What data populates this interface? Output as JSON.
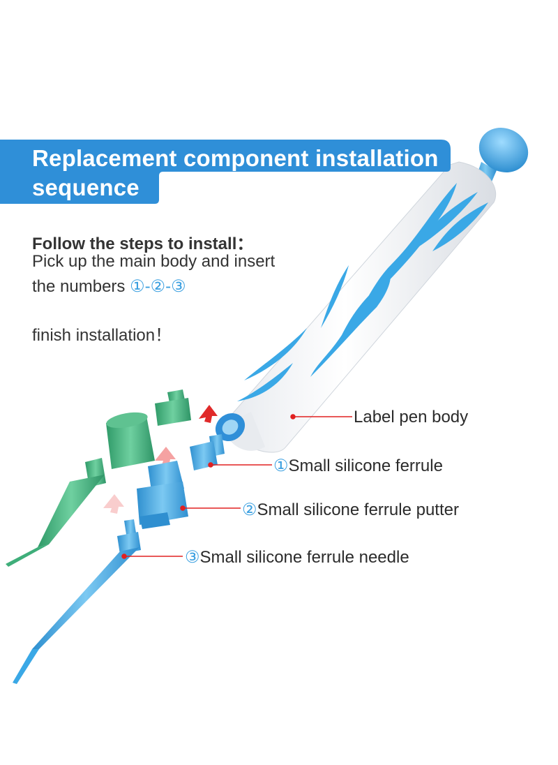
{
  "banner": {
    "line1": "Replacement component installation",
    "line2": "sequence",
    "color": "#2f8fd8"
  },
  "intro": {
    "heading": "Follow the steps to install：",
    "line1": "Pick up the main body and insert",
    "line2_prefix": "the numbers ",
    "line2_sequence": "①-②-③",
    "finish": "finish installation！"
  },
  "callouts": [
    {
      "num": "",
      "label": "Label pen body"
    },
    {
      "num": "①",
      "label": "Small silicone ferrule"
    },
    {
      "num": "②",
      "label": "Small silicone ferrule putter"
    },
    {
      "num": "③",
      "label": "Small silicone ferrule needle"
    }
  ],
  "colors": {
    "accent_blue": "#3aa8e6",
    "green": "#3fae7a",
    "leader_red": "#e02020",
    "text": "#2b2b2b"
  }
}
